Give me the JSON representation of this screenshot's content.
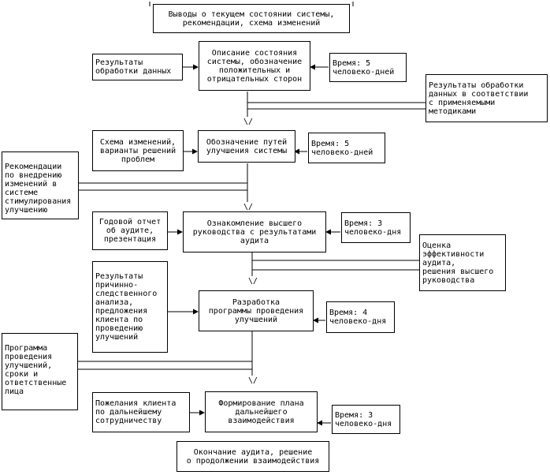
{
  "nodes": {
    "top": "Выводы о текущем состоянии системы,\nрекомендации, схема изменений",
    "s1_main": "Описание состояния\nсистемы, обозначение\nположительных и\nотрицательных сторон",
    "s1_in": "Результаты\nобработки данных",
    "s1_time": "Время: 5\nчеловеко-дней",
    "s1_out": "Результаты обработки\nданных в соответствии\nс применяемыми\nметодиками",
    "s2_main": "Обозначение путей\nулучшения системы",
    "s2_in": "Схема изменений,\nварианты решений\nпроблем",
    "s2_time": "Время: 5\nчеловеко-дней",
    "s2_out": "Рекомендации\nпо внедрению\nизменений в\nсистеме\nстимулирования\nулучшению",
    "s3_main": "Ознакомление высшего\nруководства с результатами\nаудита",
    "s3_in": "Годовой отчет\nоб аудите,\nпрезентация",
    "s3_time": "Время: 3\nчеловеко-дня",
    "s3_out": "Оценка\nэффективности\nаудита,\nрешения высшего\nруководства",
    "s4_main": "Разработка\nпрограммы проведения\nулучшений",
    "s4_in": "Результаты\nпричинно-\nследственного\nанализа,\nпредложения\nклиента по\nпроведению\nулучшений",
    "s4_time": "Время: 4\nчеловеко-дня",
    "s4_out": "Программа\nпроведения\nулучшений,\nсроки и\nответственные\nлица",
    "s5_main": "Формирование плана\nдальнейшего\nвзаимодействия",
    "s5_in": "Пожелания клиента\nпо дальнейшему\nсотрудничеству",
    "s5_time": "Время: 3\nчеловеко-дня",
    "end": "Окончание аудита, решение\nо продолжении взаимодействия"
  },
  "arrow_glyph": "\\/",
  "colors": {
    "line": "#000000",
    "background": "#ffffff"
  }
}
